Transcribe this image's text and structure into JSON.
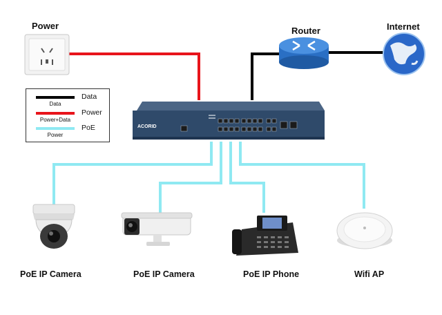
{
  "labels": {
    "power": "Power",
    "router": "Router",
    "internet": "Internet"
  },
  "legend": [
    {
      "name": "Data",
      "sub": "Data",
      "color": "#000000"
    },
    {
      "name": "Power",
      "sub": "Power+Data",
      "color": "#e8141b"
    },
    {
      "name": "PoE",
      "sub": "Power",
      "color": "#8fe9f2"
    }
  ],
  "switch": {
    "brand": "ACORID"
  },
  "devices": [
    {
      "label": "PoE IP Camera"
    },
    {
      "label": "PoE IP Camera"
    },
    {
      "label": "PoE IP Phone"
    },
    {
      "label": "Wifi AP"
    }
  ],
  "colors": {
    "data": "#000000",
    "power": "#e8141b",
    "poe": "#8fe9f2",
    "switch_body": "#2f4a6a",
    "router_body": "#2a6fc4"
  }
}
